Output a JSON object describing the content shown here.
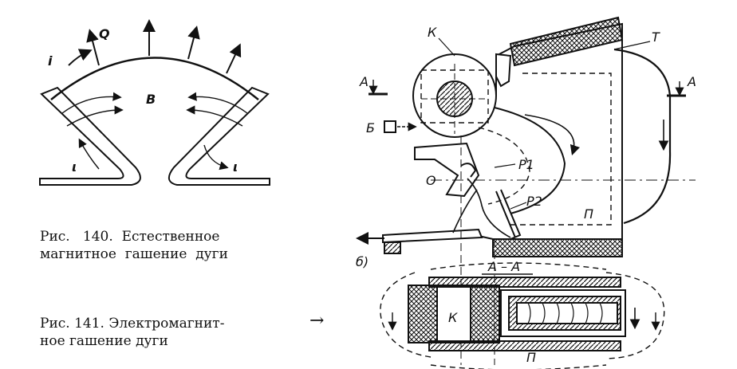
{
  "fig140": {
    "caption_line1": "Рис.   140.  Естественное",
    "caption_line2": "магнитное  гашение  дуги",
    "labels": {
      "current_top": "i",
      "heat": "Q",
      "field": "B",
      "current_left": "ι",
      "current_right": "ι"
    }
  },
  "fig141": {
    "caption_line1": "Рис. 141. Электромагнит-",
    "caption_line2": "ное гашение дуги",
    "arrow": "→",
    "labels": {
      "coil": "К",
      "transformer": "Т",
      "section_left": "А",
      "section_right": "А",
      "block": "Б",
      "plate1": "Р1",
      "plate2": "Р2",
      "axis": "О",
      "pole": "П",
      "subfig": "б)",
      "section_title": "А – А",
      "coil_section": "К",
      "pole_section": "П"
    }
  }
}
